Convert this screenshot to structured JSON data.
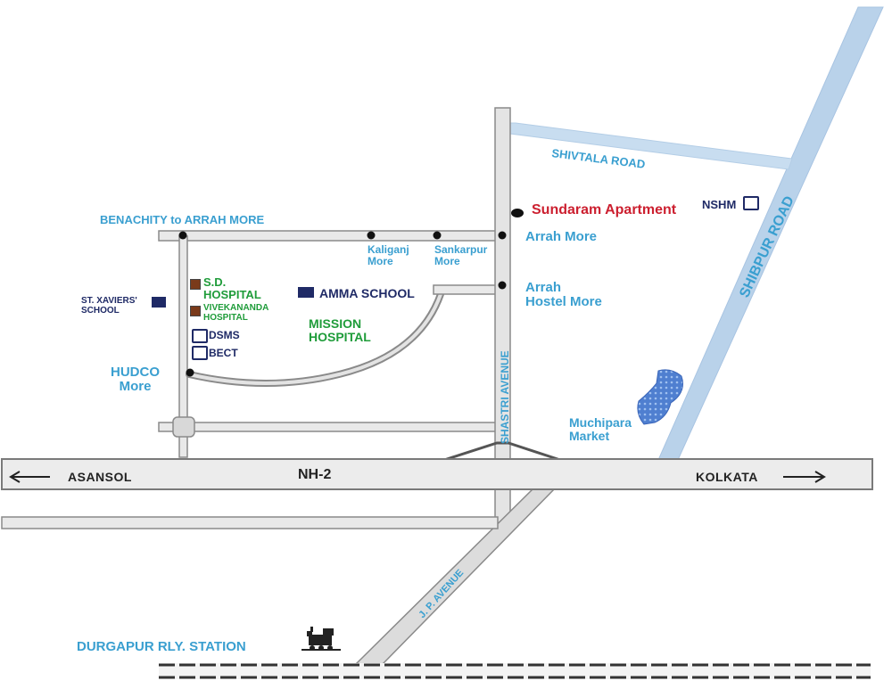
{
  "roads": {
    "benachity": "BENACHITY to ARRAH MORE",
    "shivtala": "SHIVTALA ROAD",
    "shibpur": "SHIBPUR ROAD",
    "shastri": "SHASTRI AVENUE",
    "nh2": "NH-2",
    "jp_avenue": "J. P. AVENUE"
  },
  "directions": {
    "left": "ASANSOL",
    "right": "KOLKATA"
  },
  "places": {
    "sundaram": "Sundaram Apartment",
    "nshm": "NSHM",
    "arrah_more": "Arrah More",
    "arrah_hostel": "Arrah\nHostel More",
    "kaliganj": "Kaliganj\nMore",
    "sankarpur": "Sankarpur\nMore",
    "sd_hospital": "S.D.\nHOSPITAL",
    "vivekananda": "VIVEKANANDA\nHOSPITAL",
    "dsms": "DSMS",
    "bect": "BECT",
    "amma_school": "AMMA SCHOOL",
    "mission_hospital": "MISSION\nHOSPITAL",
    "st_xaviers": "ST. XAVIERS'\nSCHOOL",
    "hudco": "HUDCO\nMore",
    "muchipara": "Muchipara\nMarket",
    "durgapur_station": "DURGAPUR RLY. STATION"
  },
  "icons": [
    "hospital-icon",
    "school-icon",
    "college-icon",
    "train-icon",
    "pond-icon"
  ],
  "colors": {
    "road_fill": "#e9e9e9",
    "road_edge": "#8a8a8a",
    "highway_blue": "#b9d2ea",
    "label_blue": "#3a9fd0",
    "label_green": "#1f9c3a",
    "label_navy": "#1f2a66",
    "highlight_red": "#cc1f2f"
  }
}
